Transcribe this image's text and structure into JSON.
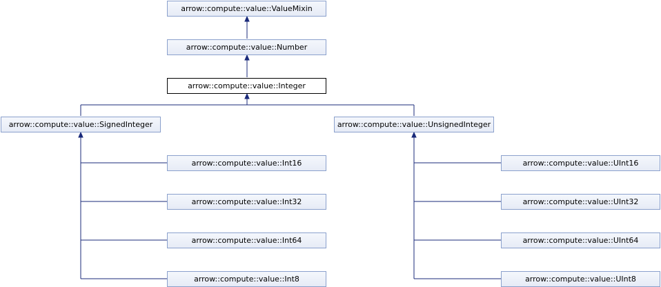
{
  "nodes": {
    "value_mixin": "arrow::compute::value::ValueMixin",
    "number": "arrow::compute::value::Number",
    "integer": "arrow::compute::value::Integer",
    "signed_integer": "arrow::compute::value::SignedInteger",
    "unsigned_integer": "arrow::compute::value::UnsignedInteger",
    "int16": "arrow::compute::value::Int16",
    "int32": "arrow::compute::value::Int32",
    "int64": "arrow::compute::value::Int64",
    "int8": "arrow::compute::value::Int8",
    "uint16": "arrow::compute::value::UInt16",
    "uint32": "arrow::compute::value::UInt32",
    "uint64": "arrow::compute::value::UInt64",
    "uint8": "arrow::compute::value::UInt8"
  },
  "edges": [
    {
      "from": "number",
      "to": "value_mixin"
    },
    {
      "from": "integer",
      "to": "number"
    },
    {
      "from": "signed_integer",
      "to": "integer"
    },
    {
      "from": "unsigned_integer",
      "to": "integer"
    },
    {
      "from": "int16",
      "to": "signed_integer"
    },
    {
      "from": "int32",
      "to": "signed_integer"
    },
    {
      "from": "int64",
      "to": "signed_integer"
    },
    {
      "from": "int8",
      "to": "signed_integer"
    },
    {
      "from": "uint16",
      "to": "unsigned_integer"
    },
    {
      "from": "uint32",
      "to": "unsigned_integer"
    },
    {
      "from": "uint64",
      "to": "unsigned_integer"
    },
    {
      "from": "uint8",
      "to": "unsigned_integer"
    }
  ],
  "current_node": "integer",
  "colors": {
    "node_border": "#8aa0cc",
    "node_fill": "#e6ebf6",
    "current_border": "#000000",
    "edge": "#1a2a7a"
  }
}
